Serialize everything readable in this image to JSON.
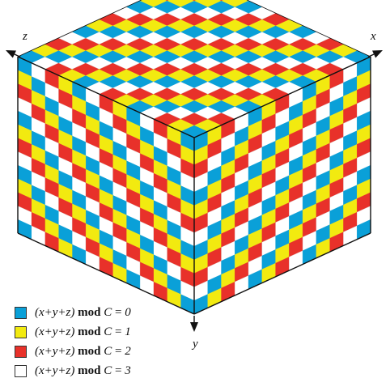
{
  "axes": {
    "x": "x",
    "y": "y",
    "z": "z"
  },
  "cube": {
    "cells_per_edge": 13
  },
  "legend": [
    {
      "expr": "(x+y+z)",
      "op": "mod",
      "var": "C",
      "eq": "=",
      "value": "0",
      "color": "#0aa0d8"
    },
    {
      "expr": "(x+y+z)",
      "op": "mod",
      "var": "C",
      "eq": "=",
      "value": "1",
      "color": "#f2ea10"
    },
    {
      "expr": "(x+y+z)",
      "op": "mod",
      "var": "C",
      "eq": "=",
      "value": "2",
      "color": "#e8312a"
    },
    {
      "expr": "(x+y+z)",
      "op": "mod",
      "var": "C",
      "eq": "=",
      "value": "3",
      "color": "#ffffff"
    }
  ],
  "edge_color": "#111111"
}
